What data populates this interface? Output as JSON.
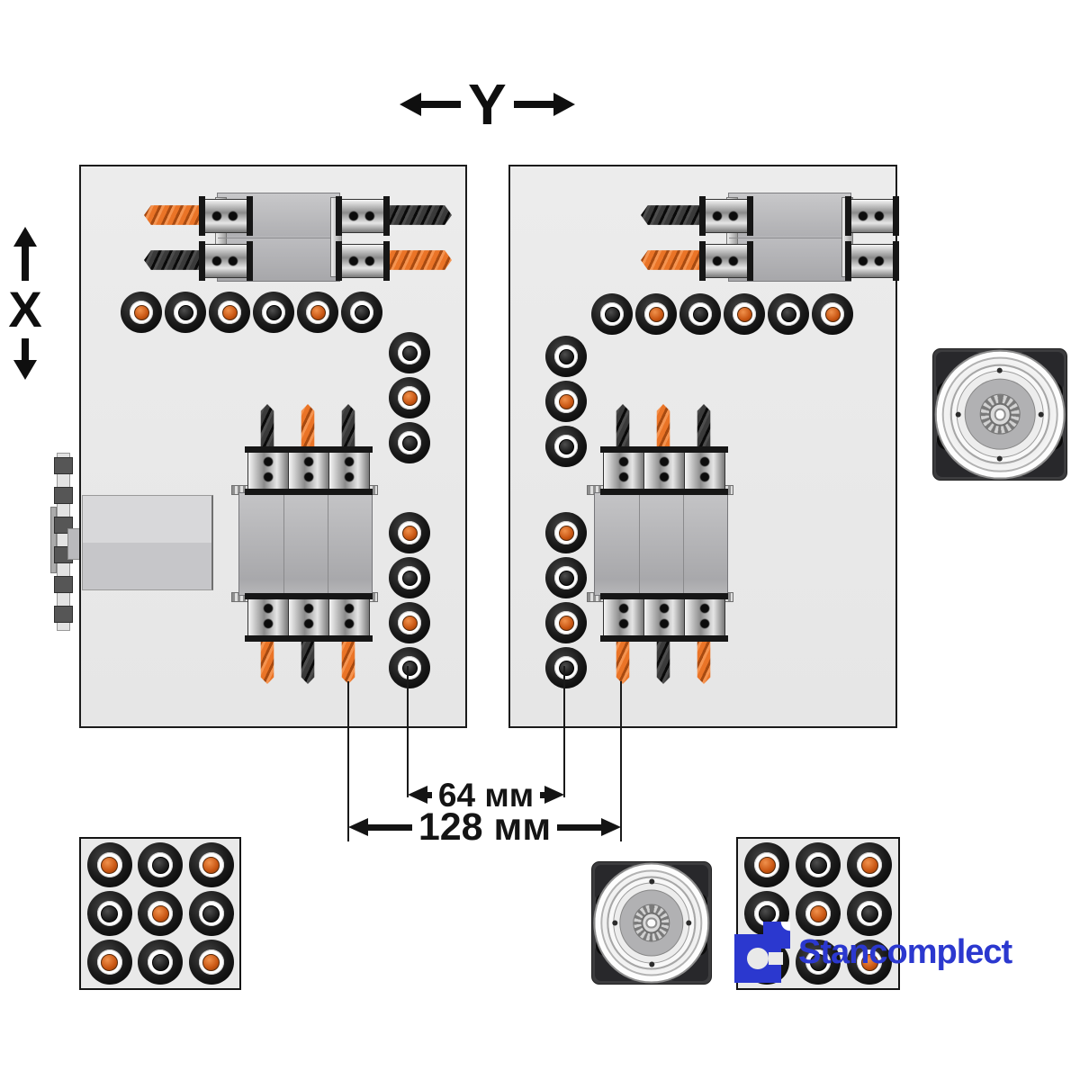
{
  "axis": {
    "y_label": "Y",
    "x_label": "X"
  },
  "dimensions": {
    "spacing_small": "64 мм",
    "spacing_large": "128 мм"
  },
  "logo": {
    "text": "Stancomplect",
    "color": "#2b38cf"
  },
  "icons": {
    "y_left_arrow": "arrow-left",
    "y_right_arrow": "arrow-right",
    "x_up_arrow": "arrow-up",
    "x_down_arrow": "arrow-down"
  },
  "colors": {
    "panel_bg": "#e9e9e9",
    "panel_border": "#1a1a1a",
    "dimension_ink": "#141414",
    "block_gray": "#b9b9bc",
    "drill_orange": "#e07021",
    "drill_black": "#1c1c1c",
    "spindle_center_orange": "#c85512",
    "spindle_center_black": "#1c1c1c",
    "logo_blue": "#2b38cf"
  },
  "panels": {
    "left": {
      "top_spindle_row": [
        "orange",
        "black",
        "orange",
        "black",
        "orange",
        "black"
      ],
      "side_column_upper": [
        "black",
        "orange",
        "black"
      ],
      "side_column_lower": [
        "orange",
        "black",
        "orange",
        "black"
      ],
      "horizontal_unit_drills": {
        "top_left": "orange",
        "top_right": "black",
        "bottom_left": "black",
        "bottom_right": "orange"
      },
      "vertical_block_drills": {
        "top": [
          "black",
          "orange",
          "black"
        ],
        "bottom": [
          "orange",
          "black",
          "orange"
        ]
      }
    },
    "right": {
      "top_spindle_row": [
        "black",
        "orange",
        "black",
        "orange",
        "black",
        "orange"
      ],
      "side_column_upper": [
        "black",
        "orange",
        "black"
      ],
      "side_column_lower": [
        "orange",
        "black",
        "orange",
        "black"
      ],
      "horizontal_unit_drills": {
        "top_left": "black",
        "bottom_left": "orange"
      },
      "vertical_block_drills": {
        "top": [
          "black",
          "orange",
          "black"
        ],
        "bottom": [
          "orange",
          "black",
          "orange"
        ]
      }
    }
  },
  "tool_grids": {
    "bottom_left": [
      [
        "orange",
        "black",
        "orange"
      ],
      [
        "black",
        "orange",
        "black"
      ],
      [
        "orange",
        "black",
        "orange"
      ]
    ],
    "bottom_right": [
      [
        "orange",
        "black",
        "orange"
      ],
      [
        "black",
        "orange",
        "black"
      ],
      [
        "orange",
        "black",
        "orange"
      ]
    ]
  }
}
